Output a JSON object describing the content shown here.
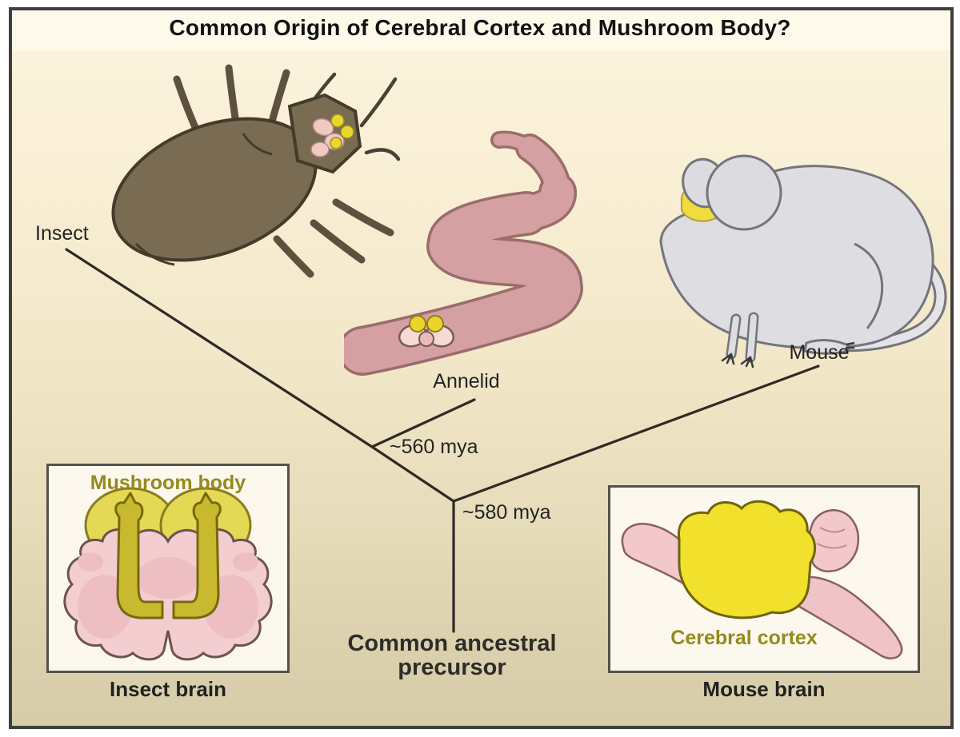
{
  "figure": {
    "title": "Common Origin of Cerebral Cortex and Mushroom Body?"
  },
  "organisms": {
    "insect": "Insect",
    "annelid": "Annelid",
    "mouse": "Mouse"
  },
  "tree": {
    "insect_annelid_split": "~560 mya",
    "root_split": "~580 mya",
    "root_label_line1": "Common ancestral",
    "root_label_line2": "precursor"
  },
  "insets": {
    "insect_brain": {
      "structure": "Mushroom body",
      "caption": "Insect brain"
    },
    "mouse_brain": {
      "structure": "Cerebral cortex",
      "caption": "Mouse brain"
    }
  },
  "colors": {
    "background_top": "#FEFAEB",
    "background_bottom": "#D6CCA9",
    "frame_border": "#3E3E3E",
    "tree_line": "#2F2A24",
    "insect_body": "#7A6B53",
    "annelid_body": "#D4A0A2",
    "mouse_body": "#DEDEE2",
    "structure_yellow": "#F0E22E",
    "mushroom_olive": "#C9B92F",
    "brain_pink": "#F2C8CB",
    "label_olive": "#948A1E",
    "text_dark": "#232323"
  }
}
